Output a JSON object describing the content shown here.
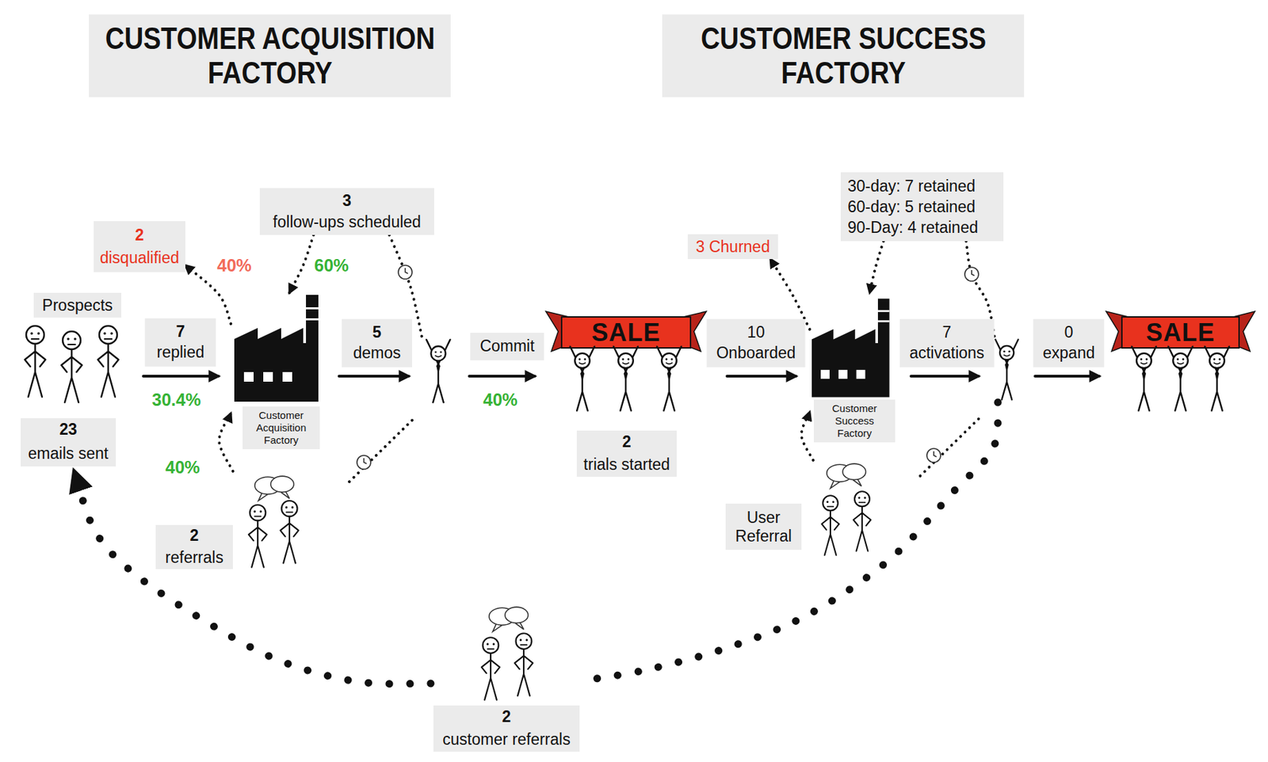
{
  "diagram": {
    "nodes": [
      {
        "text": [
          "CUSTOMER ACQUISITION FACTORY"
        ]
      },
      {
        "text": [
          "CUSTOMER SUCCESS FACTORY"
        ]
      },
      {
        "text": [
          "Prospects",
          "23",
          "emails sent"
        ]
      },
      {
        "text": [
          "Customer Acquisition Factory"
        ]
      },
      {
        "text": []
      },
      {
        "text": [
          "SALE",
          "2",
          "trials started"
        ]
      },
      {
        "text": [
          "Customer Success Factory"
        ]
      },
      {
        "text": []
      },
      {
        "text": [
          "SALE"
        ]
      },
      {
        "text": [
          "2",
          "disqualified"
        ]
      },
      {
        "text": [
          "3",
          "follow-ups scheduled"
        ]
      },
      {
        "text": [
          "2",
          "referrals"
        ]
      },
      {
        "text": [
          "3 Churned"
        ]
      },
      {
        "text": [
          "30-day: 7 retained",
          "60-day: 5 retained",
          "90-Day: 4 retained"
        ]
      },
      {
        "text": [
          "User Referral"
        ]
      },
      {
        "text": [
          "2",
          "customer referrals"
        ]
      }
    ],
    "edges": [
      {
        "from": 2,
        "to": 3,
        "label": "7 replied",
        "arrow": "to"
      },
      {
        "from": 3,
        "to": 4,
        "label": "5 demos",
        "arrow": "to"
      },
      {
        "from": 4,
        "to": 5,
        "label": "Commit",
        "arrow": "to"
      },
      {
        "from": 5,
        "to": 6,
        "label": "10 Onboarded",
        "arrow": "to"
      },
      {
        "from": 6,
        "to": 7,
        "label": "7 activations",
        "arrow": "to"
      },
      {
        "from": 7,
        "to": 8,
        "label": "0 expand",
        "arrow": "to"
      },
      {
        "from": 3,
        "to": 9,
        "arrow": "to"
      },
      {
        "from": 4,
        "to": 10,
        "arrow": "none"
      },
      {
        "from": 10,
        "to": 3,
        "arrow": "to"
      },
      {
        "from": 11,
        "to": 3,
        "arrow": "to"
      },
      {
        "from": 6,
        "to": 12,
        "arrow": "to"
      },
      {
        "from": 7,
        "to": 13,
        "arrow": "none"
      },
      {
        "from": 13,
        "to": 6,
        "arrow": "to"
      },
      {
        "from": 14,
        "to": 6,
        "arrow": "to"
      },
      {
        "from": 7,
        "to": 15,
        "arrow": "none"
      },
      {
        "from": 15,
        "to": 2,
        "arrow": "to"
      }
    ],
    "labels": [
      "30.4%",
      "40%",
      "60%",
      "40%",
      "40%"
    ]
  }
}
